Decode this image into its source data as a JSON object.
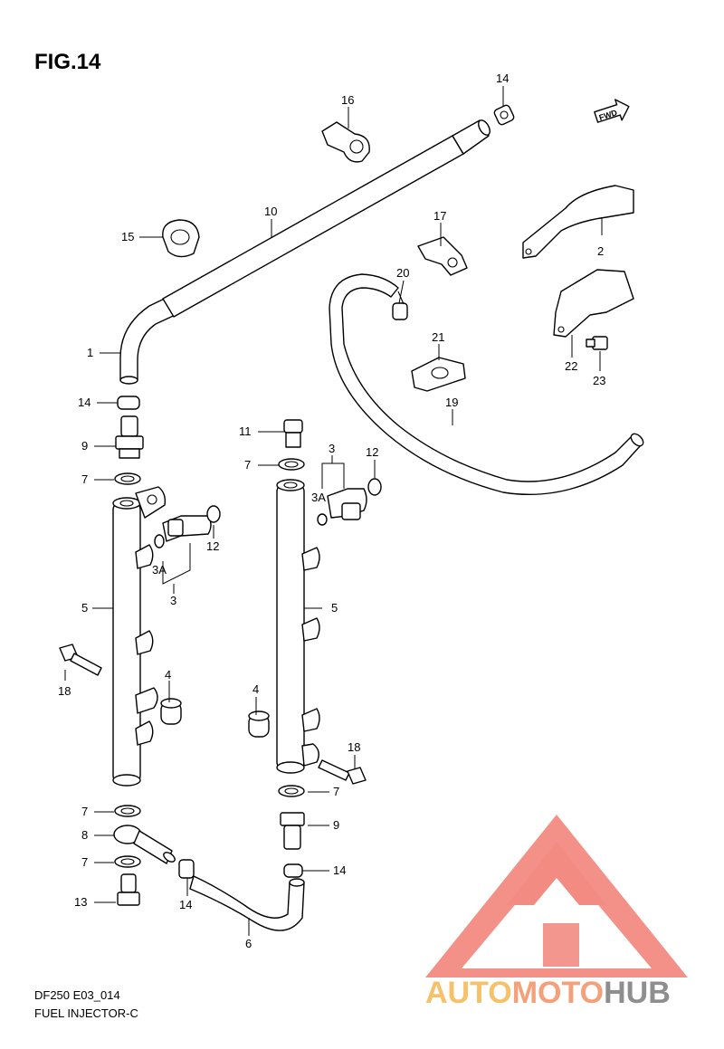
{
  "figure": {
    "title": "FIG.14"
  },
  "fwd_arrow": {
    "label": "FWD"
  },
  "footer": {
    "model_code": "DF250 E03_014",
    "caption": "FUEL INJECTOR-C"
  },
  "watermark": {
    "brand_auto": "AUTO",
    "brand_moto": "MOTO",
    "brand_hub": "HUB",
    "colors": {
      "triangle": "#f28b82",
      "auto": "#f5c26b",
      "moto": "#f4a07a",
      "hub": "#8e8e8e"
    }
  },
  "callouts": {
    "c1": "1",
    "c2": "2",
    "c3_left": "3",
    "c3a_left": "3A",
    "c3_right": "3",
    "c3a_right": "3A",
    "c4_left": "4",
    "c4_right": "4",
    "c5_left": "5",
    "c5_right": "5",
    "c6": "6",
    "c7_a": "7",
    "c7_b": "7",
    "c7_c": "7",
    "c7_d": "7",
    "c7_e": "7",
    "c8": "8",
    "c9_left": "9",
    "c9_right": "9",
    "c10": "10",
    "c11": "11",
    "c12_left": "12",
    "c12_right": "12",
    "c13": "13",
    "c14_top": "14",
    "c14_left": "14",
    "c14_bottom": "14",
    "c14_right": "14",
    "c15": "15",
    "c16": "16",
    "c17": "17",
    "c18_left": "18",
    "c18_right": "18",
    "c19": "19",
    "c20": "20",
    "c21": "21",
    "c22": "22",
    "c23": "23"
  }
}
